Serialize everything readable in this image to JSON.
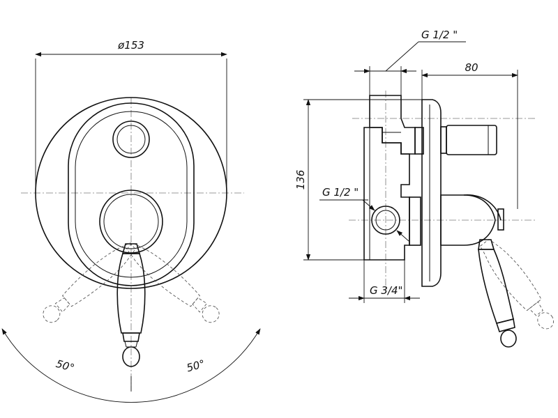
{
  "front_view": {
    "diameter_label": "ø153",
    "angle_left_label": "50°",
    "angle_right_label": "50°"
  },
  "side_view": {
    "top_thread_label": "G 1/2 \"",
    "depth_label": "80",
    "height_label": "136",
    "side_thread_label": "G 1/2 \"",
    "bottom_thread_label": "G 3/4\""
  }
}
